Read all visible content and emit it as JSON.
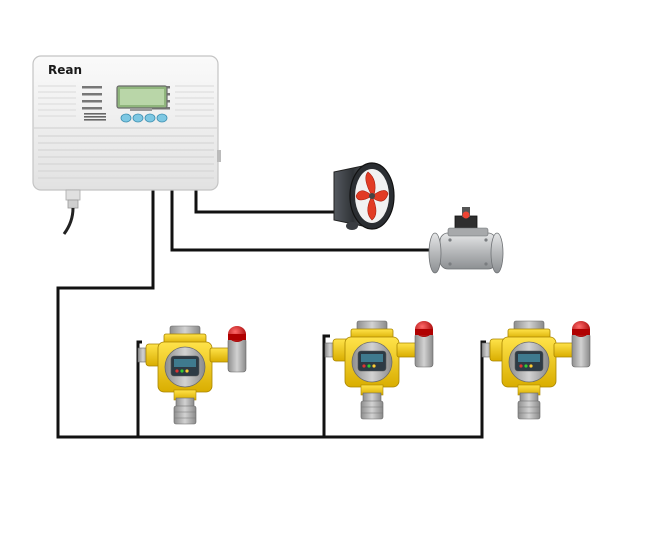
{
  "controller": {
    "brand": "Rean"
  },
  "colors": {
    "wire": "#111111",
    "controller_body": "#eeeeee",
    "controller_edge": "#bdbdbd",
    "lcd": "#b9d6a8",
    "keys": "#7ec8e3",
    "detector_yellow": "#f2c80f",
    "detector_grey": "#a8a8a8",
    "alarm_red": "#d40000",
    "fan_red": "#e23b24",
    "fan_housing": "#3a3d42",
    "valve_grey": "#b7b9bb"
  },
  "devices": {
    "controller": "gas-alarm-controller",
    "exhaust": "axial-fan",
    "shutoff": "solenoid-valve",
    "detectors": [
      "gas-detector-1",
      "gas-detector-2",
      "gas-detector-3"
    ]
  }
}
